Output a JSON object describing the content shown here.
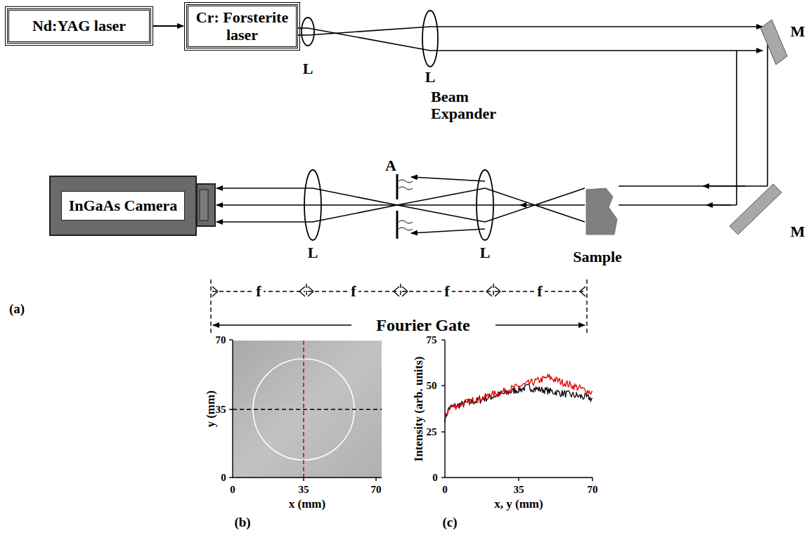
{
  "diagram": {
    "nodes": [
      {
        "text": [
          "Nd:YAG laser"
        ]
      },
      {
        "text": [
          "Cr: Forsterite laser"
        ]
      },
      {
        "text": [
          "InGaAs Camera"
        ]
      }
    ],
    "edges": [
      {
        "from": 0,
        "to": 1,
        "arrow": "to"
      }
    ],
    "labels": [
      "L",
      "L",
      "Beam Expander",
      "M",
      "M",
      "A",
      "L",
      "L",
      "Sample",
      "f",
      "f",
      "f",
      "f",
      "Fourier Gate",
      "(a)",
      "(b)",
      "(c)",
      "70",
      "y (mm)",
      "35",
      "0",
      "0",
      "35",
      "70",
      "x (mm)",
      "75",
      "50",
      "25",
      "0",
      "Intensity (arb. units)",
      "0",
      "35",
      "70",
      "x, y (mm)"
    ]
  }
}
